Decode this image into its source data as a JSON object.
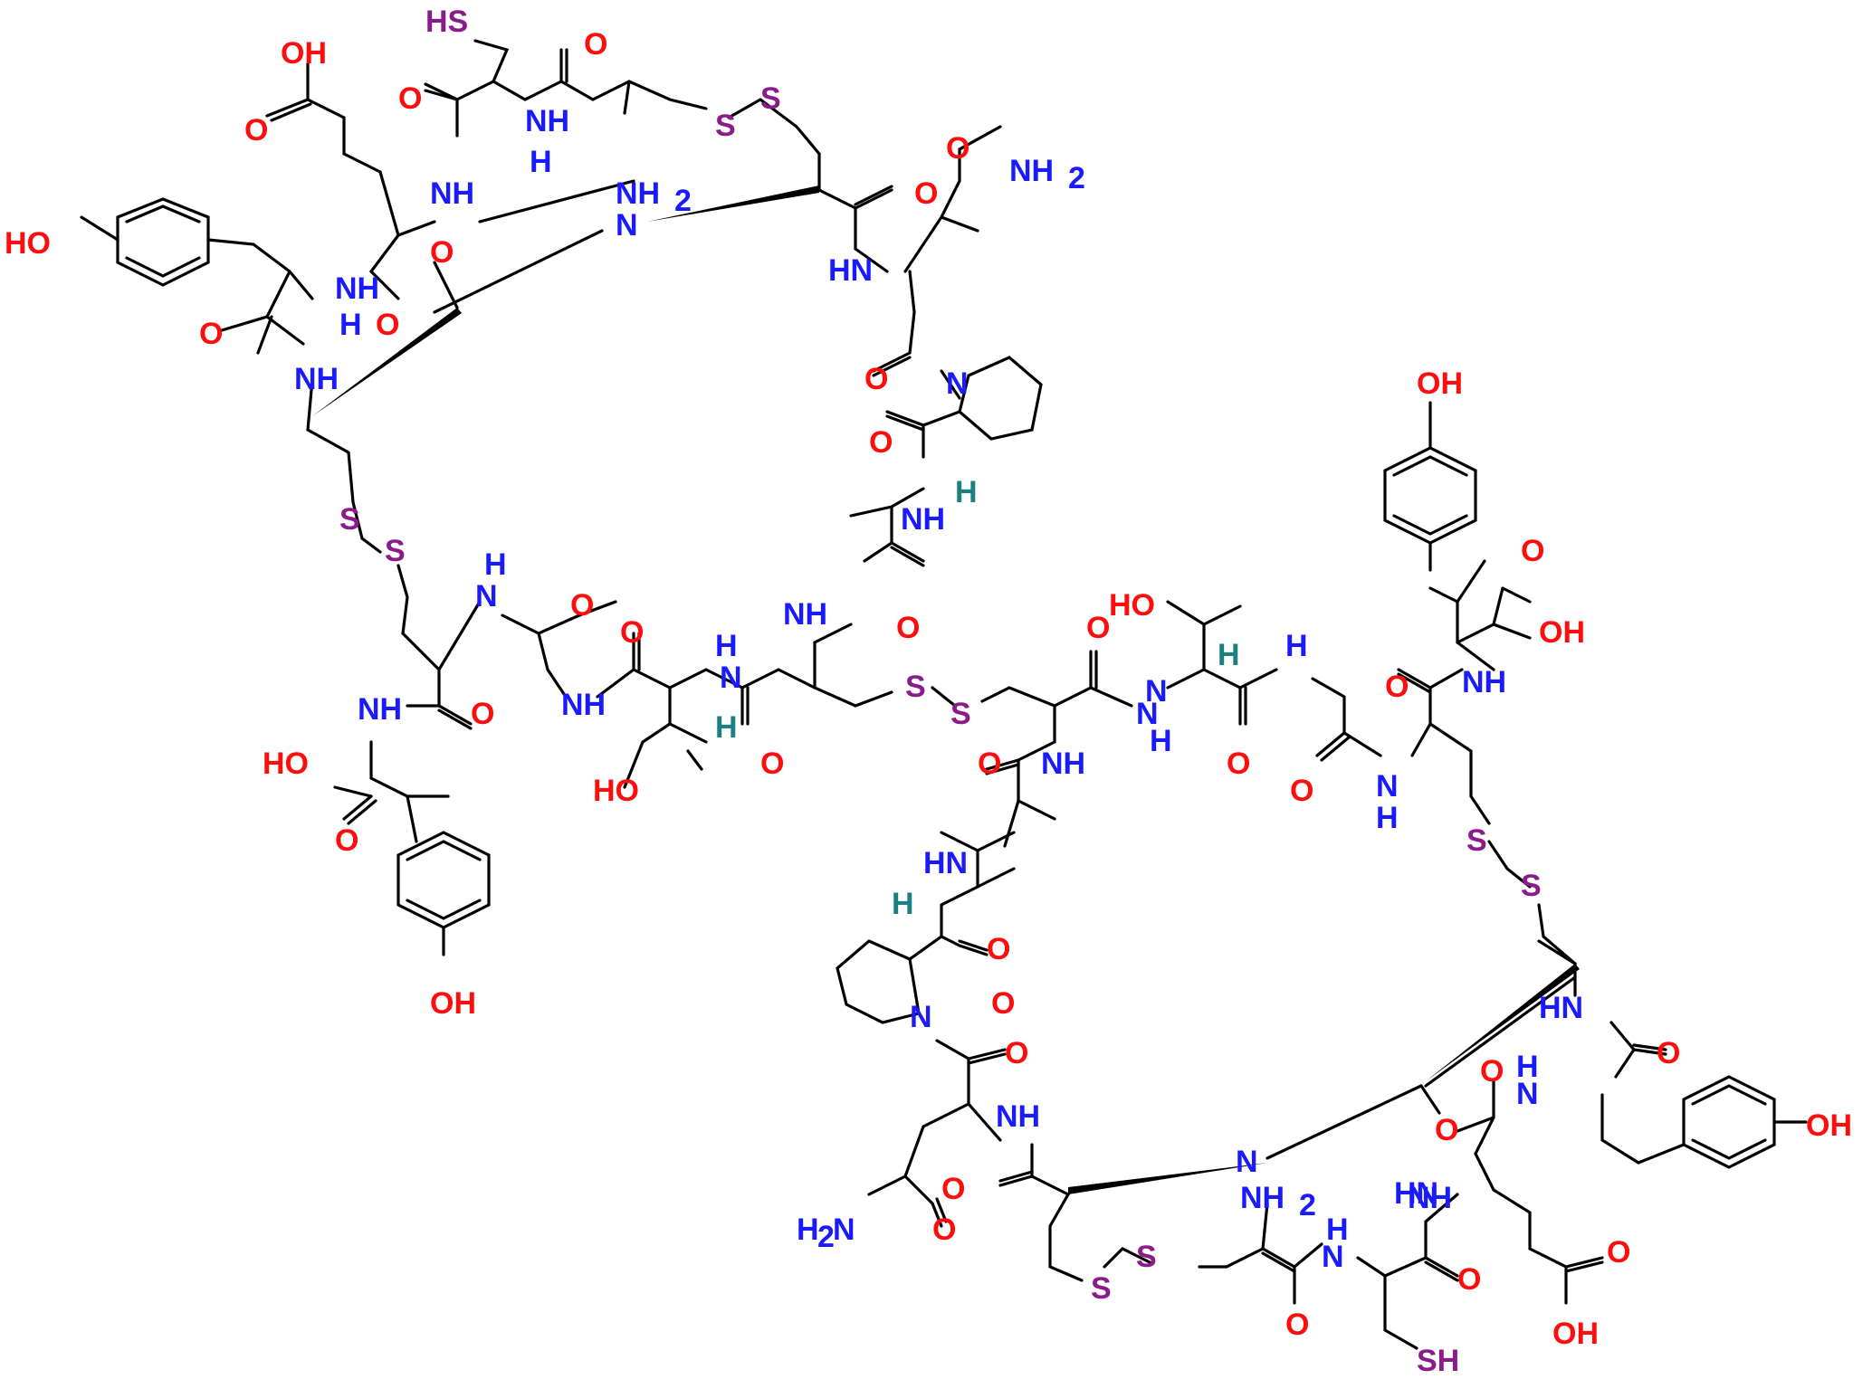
{
  "colors": {
    "oxygen": "#ff0d0d",
    "nitrogen": "#1a1aff",
    "sulfur": "#8b1a8b",
    "hydrogen": "#1a8080",
    "carbon": "#000000"
  },
  "atoms": {
    "sh_top": "HS",
    "oh_glu_top": "OH",
    "o_glu_top": "O",
    "o_cys_top": "O",
    "nh_cys_top": "NH",
    "h_cys_top": "H",
    "o_cys2_top": "O",
    "s1_top": "S",
    "s2_top": "S",
    "nh_glu_top": "NH",
    "nh2_top": "NH",
    "nh2_sub_top": "2",
    "n_ring_top": "N",
    "o_asn_c_top": "O",
    "nh2_asn_top": "NH",
    "nh2_asn_sub_top": "2",
    "o_asn_top": "O",
    "ho_tyr_top": "HO",
    "o_gly_top": "O",
    "nh_tyr_top": "NH",
    "h_tyr_top": "H",
    "o_tyr_top": "O",
    "o_tyr2_top": "O",
    "hn_asn_top": "HN",
    "nh_cys3_top": "NH",
    "o_pro_top": "O",
    "n_pro_top": "N",
    "o_pro2_top": "O",
    "h_pro_top": "H",
    "nh_ala_top": "NH",
    "oh_tyr_right": "OH",
    "s3_left": "S",
    "s4_left": "S",
    "hn_gly_left": "H",
    "n_gly_left": "N",
    "o_gly_left": "O",
    "o_thr_left": "O",
    "nh_thr_left": "H",
    "n_thr_left": "N",
    "o_ala_mid": "O",
    "ho_thr_mid": "HO",
    "o_cys_mid": "O",
    "h_thr_mid2": "H",
    "o_thr_mid2": "O",
    "nh_thr_mid2": "N",
    "hn_gly_mid": "H",
    "o_cooh_right": "O",
    "oh_cooh_right": "OH",
    "o_cys_right": "O",
    "nh_tyr_right": "NH",
    "nh_ala_left": "NH",
    "o_gly_mid": "O",
    "nh_cys_mid": "N",
    "hn_cys_mid": "H",
    "nh_cys_left": "NH",
    "o_cys_left": "O",
    "ho_cooh_left": "HO",
    "o_cooh_left": "O",
    "nh_gly2": "NH",
    "h_thr_left": "H",
    "ho_thr_left": "HO",
    "o_thr2": "O",
    "n_thr2": "N",
    "h_thr2": "H",
    "s5_mid": "S",
    "s6_mid": "S",
    "o_cys4": "O",
    "nh_cys4": "NH",
    "o_ala2": "O",
    "hn_ala2": "HN",
    "h_pro2": "H",
    "o_pro3": "O",
    "n_pro2": "N",
    "o_pro4": "O",
    "oh_tyr_bottom": "OH",
    "s7_right": "S",
    "s8_right": "S",
    "hn_cys5": "HN",
    "o_cys5": "O",
    "hn_tyr2": "H",
    "n_tyr2": "N",
    "o_tyr3": "O",
    "o_tyr4": "O",
    "nh_glu2": "NH",
    "oh_tyr3": "OH",
    "n_ring2": "N",
    "nh_asn2": "NH",
    "o_asn2": "O",
    "nh2_cys6": "NH",
    "nh2_cys6_sub": "2",
    "h2n_asn2": "H",
    "h2n_asn2_sub": "2",
    "h2n_asn2_n": "N",
    "o_asn3": "O",
    "s9_bottom": "S",
    "s10_bottom": "S",
    "o_cys6": "O",
    "h_cys7": "H",
    "n_cys7": "N",
    "o_cys7": "O",
    "hn_glu3": "HN",
    "o_glu3": "O",
    "oh_glu3": "OH",
    "sh_bottom": "SH"
  }
}
